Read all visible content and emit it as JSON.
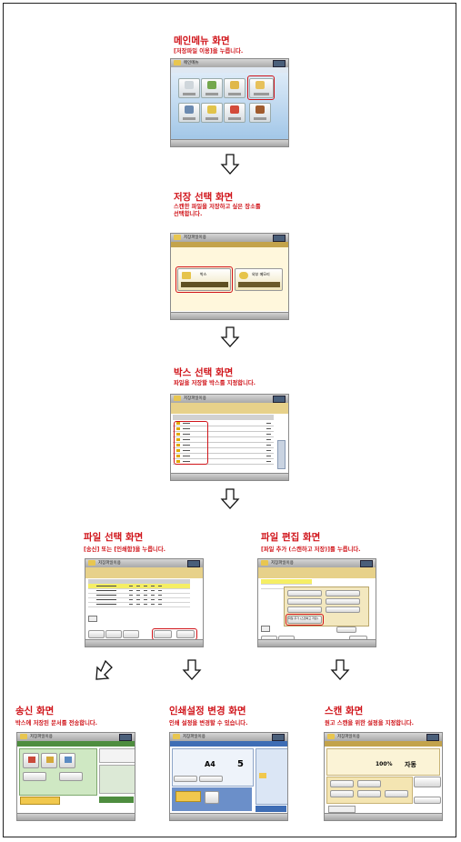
{
  "steps": {
    "main_menu": {
      "title": "메인메뉴 화면",
      "subtitle": "[저장파일 이용]을 누릅니다."
    },
    "storage_select": {
      "title": "저장 선택 화면",
      "subtitle_line1": "스캔한 파일을 저장하고 싶은 장소를",
      "subtitle_line2": "선택합니다."
    },
    "box_select": {
      "title": "박스 선택 화면",
      "subtitle": "파일을 저장할 박스를 지정합니다."
    },
    "file_select": {
      "title": "파일 선택 화면",
      "subtitle": "[송신] 또는 [인쇄함]을 누릅니다."
    },
    "file_edit": {
      "title": "파일 편집 화면",
      "subtitle": "[파일 추가 (스캔하고 저장)]를 누릅니다."
    },
    "send": {
      "title": "송신 화면",
      "subtitle": "박스에 저장된 문서를 전송합니다."
    },
    "print_settings": {
      "title": "인쇄설정 변경 화면",
      "subtitle": "인쇄 설정을 변경할 수 있습니다."
    },
    "scan": {
      "title": "스캔 화면",
      "subtitle": "원고 스캔을 위한 설정을 지정합니다."
    }
  },
  "screens": {
    "main_menu_title": "메인메뉴",
    "storage_title": "저장파일이용",
    "storage_btn_box": "박스",
    "storage_btn_other": "외부 메모리",
    "box_title": "저장파일이용",
    "file_title": "저장파일이용",
    "edit_title": "저장파일이용",
    "edit_add_file": "파일 추가 (스캔하고 저장)",
    "send_title": "저장파일이용",
    "print_title": "저장파일이용",
    "print_paper": "A4",
    "print_copies": "5",
    "scan_title": "저장파일이용",
    "scan_zoom": "100%",
    "scan_mode": "자동"
  }
}
